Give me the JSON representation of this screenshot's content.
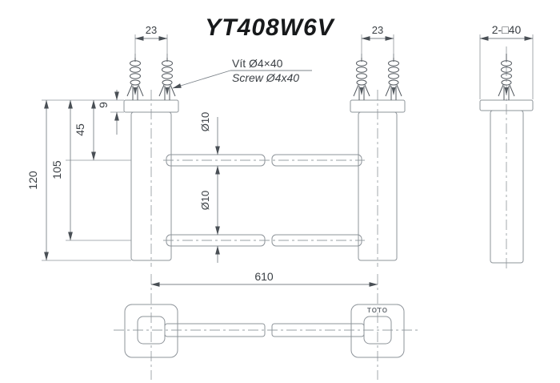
{
  "drawing": {
    "title": "YT408W6V",
    "brand_logo": "TOTO",
    "labels": {
      "screw_vi": "Vít Ø4×40",
      "screw_en": "Screw Ø4x40"
    },
    "dimensions": {
      "screw_spacing_left": "23",
      "screw_spacing_right": "23",
      "plate_square": "2-□40",
      "plate_thickness": "9",
      "upper_bar_offset": "45",
      "lower_bar_offset": "105",
      "total_height": "120",
      "bar_diameter_upper": "Ø10",
      "bar_diameter_lower": "Ø10",
      "bar_center_length": "610"
    },
    "colors": {
      "geometry_line": "#9aa0a6",
      "dimension_line": "#7c838a",
      "arrow": "#494f55",
      "text": "#3a3f44",
      "title": "#17191b"
    },
    "views": {
      "front": "front-view",
      "side": "side-view",
      "top": "top-view"
    }
  }
}
